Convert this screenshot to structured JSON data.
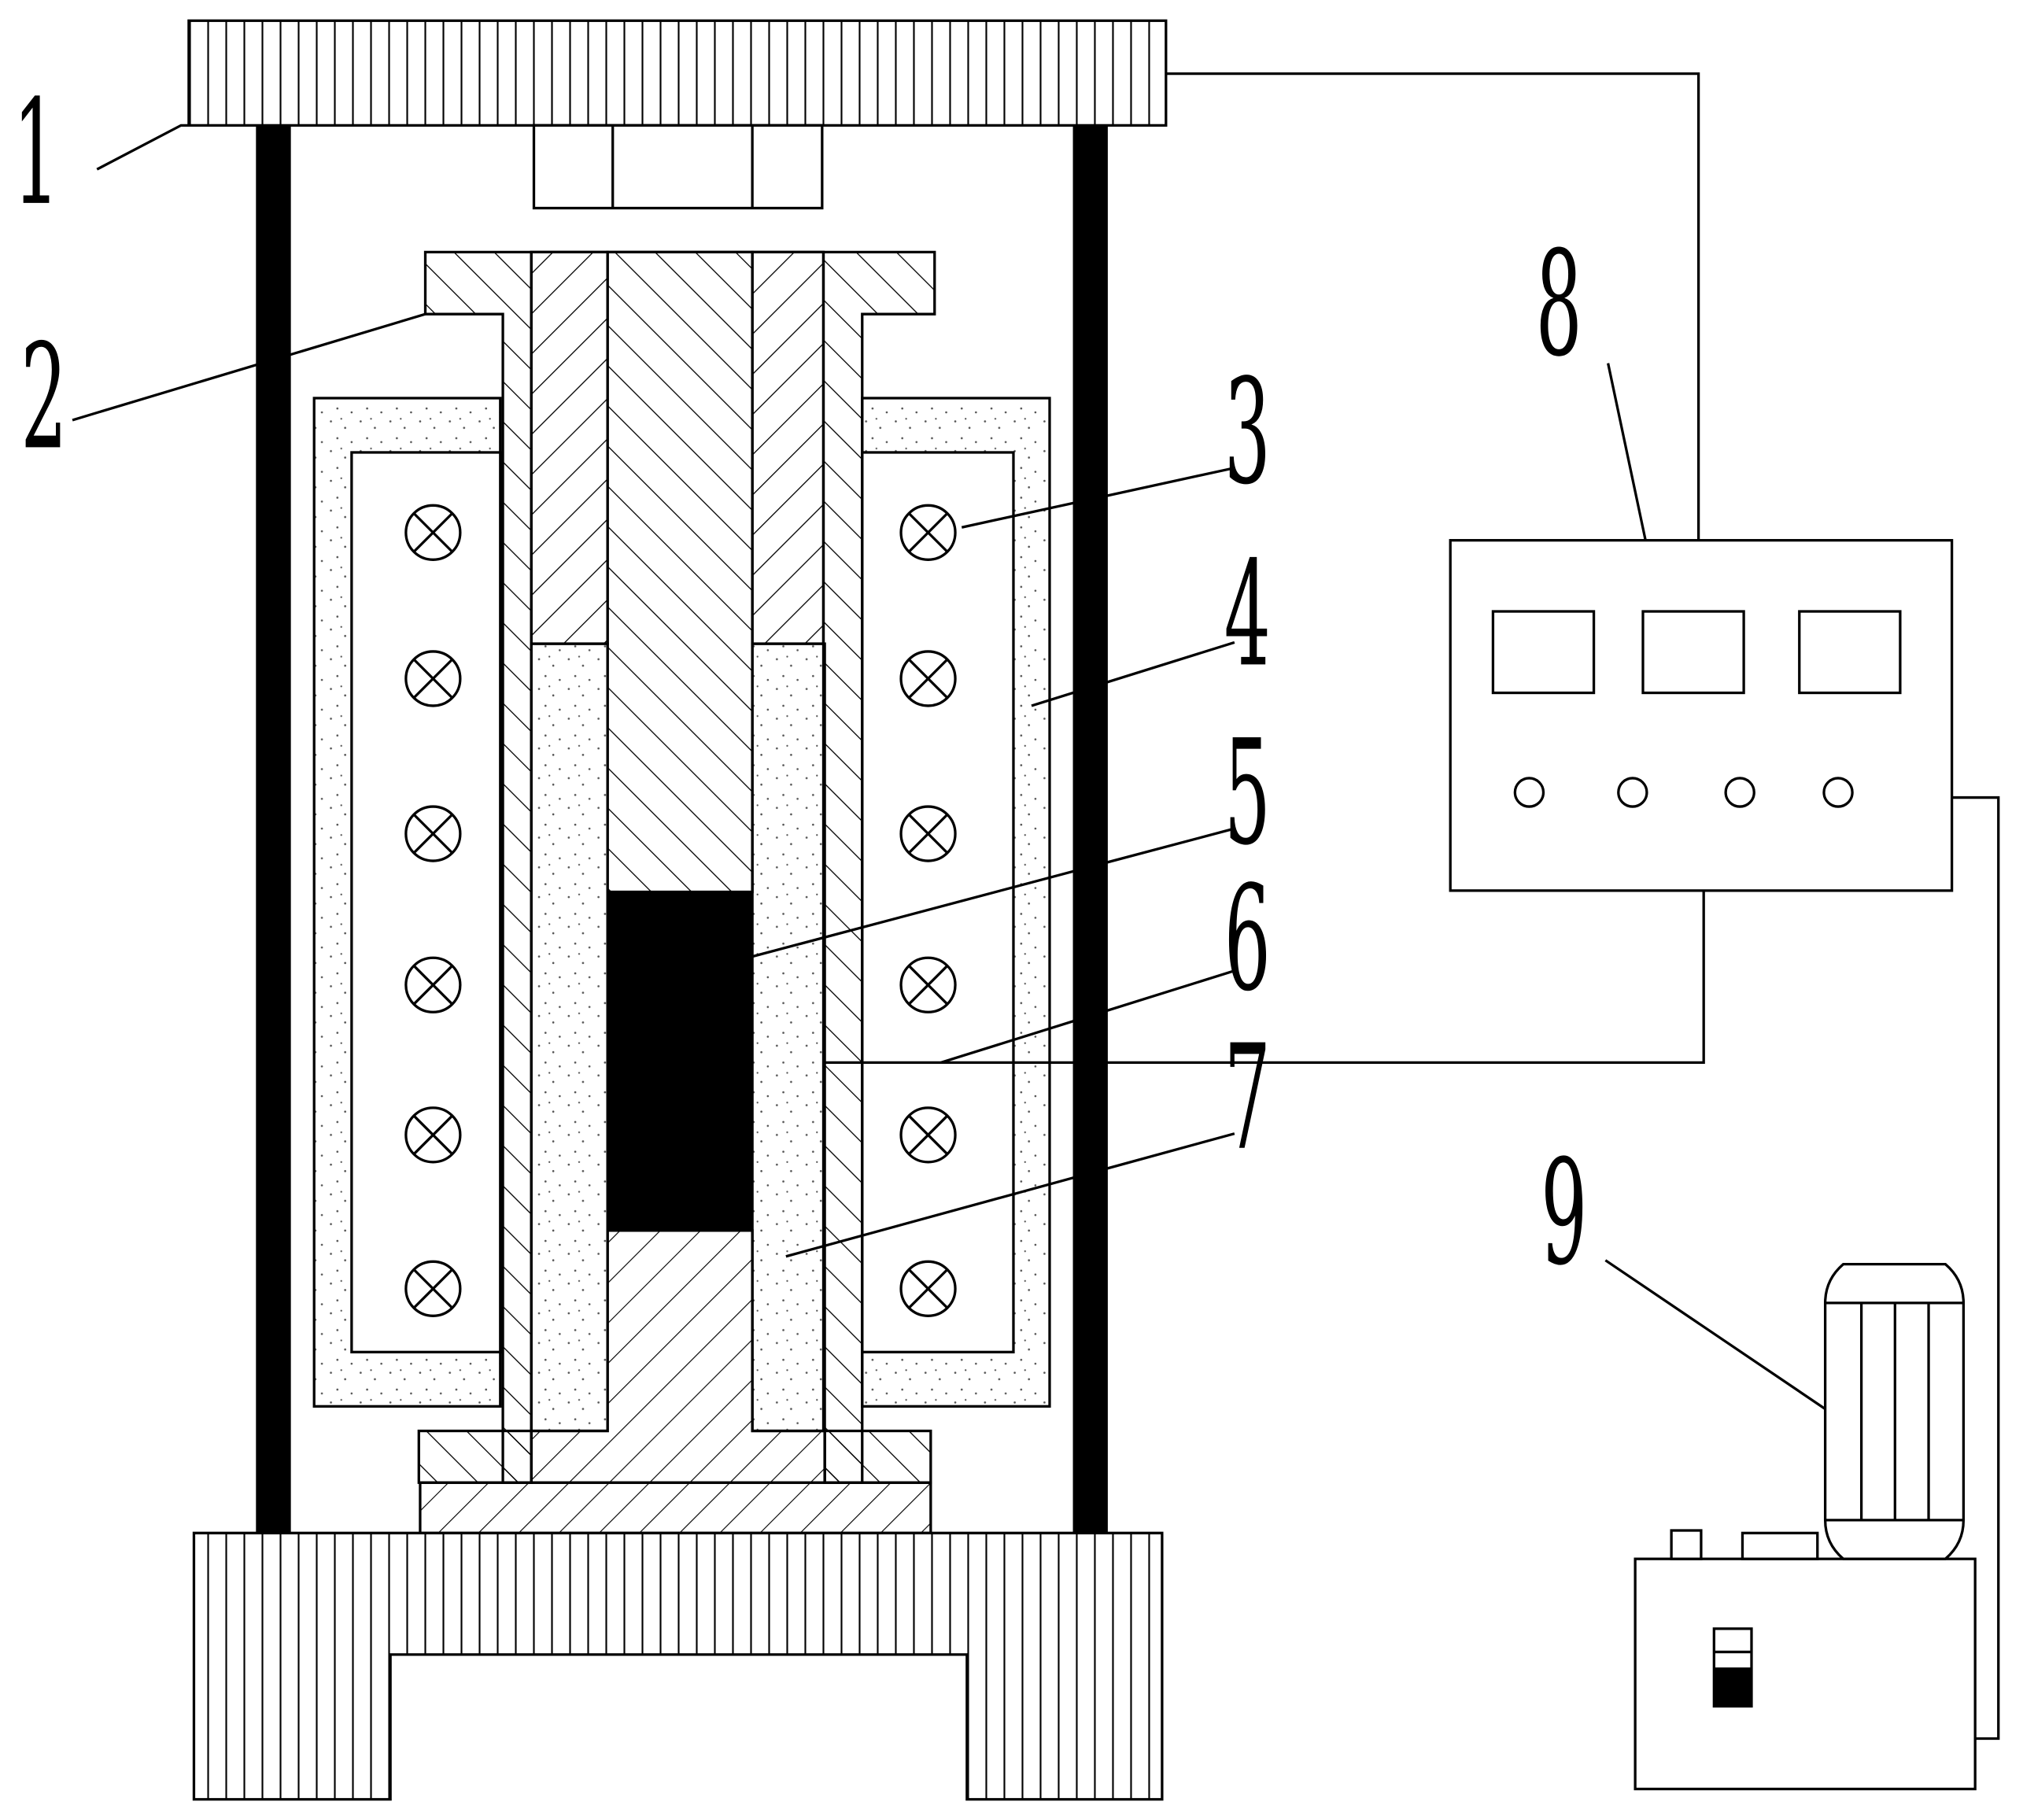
{
  "labels": {
    "l1": "1",
    "l2": "2",
    "l3": "3",
    "l4": "4",
    "l5": "5",
    "l6": "6",
    "l7": "7",
    "l8": "8",
    "l9": "9"
  },
  "colors": {
    "stroke": "#000000",
    "background": "#ffffff",
    "dots": "#555555"
  }
}
